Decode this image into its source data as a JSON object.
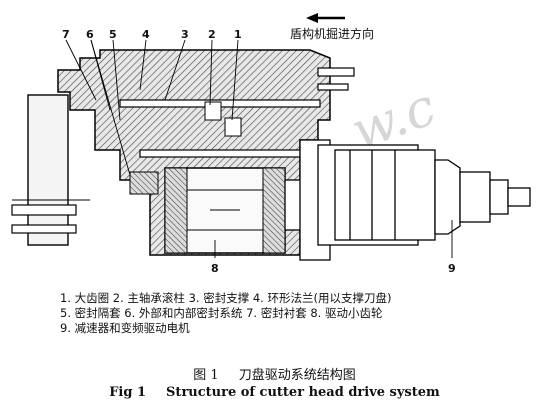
{
  "diagram": {
    "direction_label": "盾构机掘进方向",
    "watermark": "w.c",
    "part_numbers": [
      "7",
      "6",
      "5",
      "4",
      "3",
      "2",
      "1",
      "8",
      "9"
    ]
  },
  "legend": {
    "line1": "1. 大齿圈 2. 主轴承滚柱 3. 密封支撑 4. 环形法兰(用以支撑刀盘)",
    "line2": "5. 密封隔套 6. 外部和内部密封系统 7. 密封衬套 8. 驱动小齿轮",
    "line3": "9. 减速器和变频驱动电机"
  },
  "caption": {
    "cn_fig": "图 1",
    "cn_title": "刀盘驱动系统结构图",
    "en_fig": "Fig 1",
    "en_title": "Structure of cutter head drive system"
  }
}
